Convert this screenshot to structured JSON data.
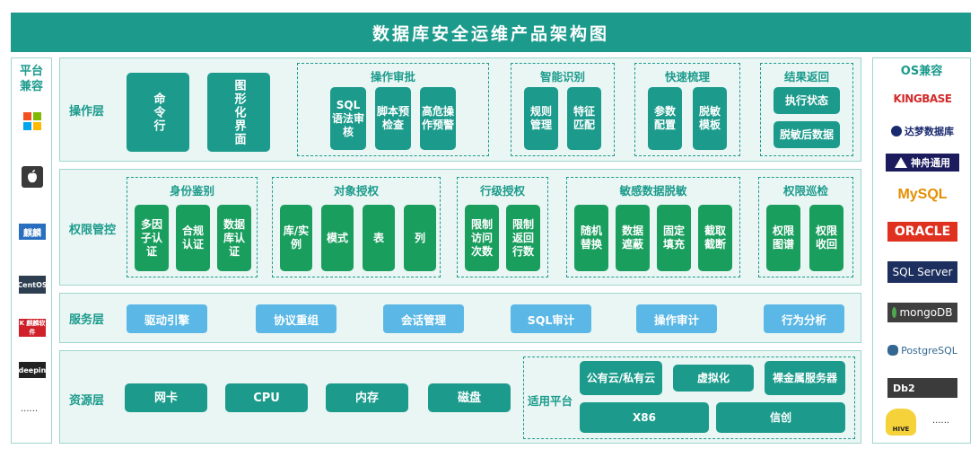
{
  "title": "数据库安全运维产品架构图",
  "left_sidebar": {
    "title": "平台\n兼容",
    "logos": [
      {
        "name": "windows-logo"
      },
      {
        "name": "apple-logo"
      },
      {
        "name": "kylin-logo",
        "text": "麒麟"
      },
      {
        "name": "centos-logo",
        "text": "CentOS"
      },
      {
        "name": "kylin-os-logo",
        "text": "K 麒麟软件"
      },
      {
        "name": "deepin-logo",
        "text": "deepin"
      }
    ],
    "more": "......"
  },
  "right_sidebar": {
    "title": "OS兼容",
    "logos": [
      {
        "name": "kingbase-logo",
        "text": "KINGBASE"
      },
      {
        "name": "dameng-logo",
        "text": "达梦数据库"
      },
      {
        "name": "shenzhou-logo",
        "text": "神舟通用"
      },
      {
        "name": "mysql-logo",
        "text": "MySQL"
      },
      {
        "name": "oracle-logo",
        "text": "ORACLE"
      },
      {
        "name": "sqlserver-logo",
        "text": "SQL Server"
      },
      {
        "name": "mongodb-logo",
        "text": "mongoDB"
      },
      {
        "name": "postgresql-logo",
        "text": "PostgreSQL"
      },
      {
        "name": "db2-logo",
        "text": "Db2"
      },
      {
        "name": "hive-logo",
        "text": "HIVE"
      }
    ],
    "more": "......"
  },
  "layers": {
    "ops": {
      "label": "操作层",
      "items": [
        "命令行",
        "图形化界面"
      ],
      "groups": [
        {
          "title": "操作审批",
          "items": [
            "SQL语法审核",
            "脚本预检查",
            "高危操作预警"
          ]
        },
        {
          "title": "智能识别",
          "items": [
            "规则管理",
            "特征匹配"
          ]
        },
        {
          "title": "快速梳理",
          "items": [
            "参数配置",
            "脱敏模板"
          ]
        },
        {
          "title": "结果返回",
          "items": [
            "执行状态",
            "脱敏后数据"
          ]
        }
      ]
    },
    "perm": {
      "label": "权限管控",
      "groups": [
        {
          "title": "身份鉴别",
          "items": [
            "多因子认证",
            "合规认证",
            "数据库认证"
          ]
        },
        {
          "title": "对象授权",
          "items": [
            "库/实例",
            "模式",
            "表",
            "列"
          ]
        },
        {
          "title": "行级授权",
          "items": [
            "限制访问次数",
            "限制返回行数"
          ]
        },
        {
          "title": "敏感数据脱敏",
          "items": [
            "随机替换",
            "数据遮蔽",
            "固定填充",
            "截取截断"
          ]
        },
        {
          "title": "权限巡检",
          "items": [
            "权限图谱",
            "权限收回"
          ]
        }
      ]
    },
    "service": {
      "label": "服务层",
      "items": [
        "驱动引擎",
        "协议重组",
        "会话管理",
        "SQL审计",
        "操作审计",
        "行为分析"
      ]
    },
    "resource": {
      "label": "资源层",
      "items": [
        "网卡",
        "CPU",
        "内存",
        "磁盘"
      ],
      "platform": {
        "title": "适用平台",
        "items": [
          "公有云/私有云",
          "虚拟化",
          "裸金属服务器",
          "X86",
          "信创"
        ]
      }
    }
  },
  "colors": {
    "primary": "#1c9b8c",
    "green": "#1a9e5e",
    "blue": "#5bb8e6",
    "panel": "#eaf6f4"
  }
}
